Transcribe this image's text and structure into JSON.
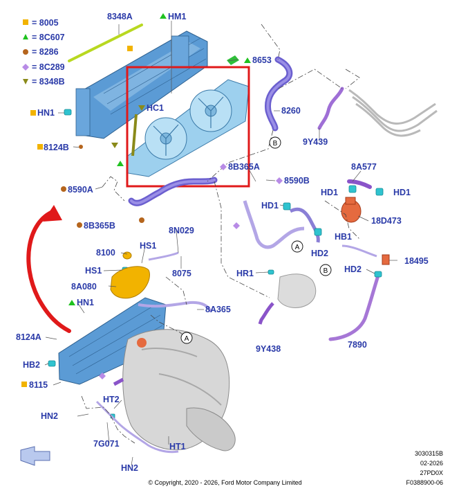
{
  "legend": [
    {
      "symbol": "square",
      "color": "#f2b300",
      "label": "= 8005"
    },
    {
      "symbol": "triangle-up",
      "color": "#1fc21f",
      "label": "= 8C607"
    },
    {
      "symbol": "circle",
      "color": "#b5651d",
      "label": "= 8286"
    },
    {
      "symbol": "diamond",
      "color": "#b88be6",
      "label": "= 8C289"
    },
    {
      "symbol": "triangle-down",
      "color": "#8a8a1a",
      "label": "= 8348B"
    }
  ],
  "callouts": {
    "c_8348A": "8348A",
    "c_HM1": "HM1",
    "c_8653": "8653",
    "c_HN1_top": "HN1",
    "c_HC1": "HC1",
    "c_8124B": "8124B",
    "c_8260": "8260",
    "c_9Y439": "9Y439",
    "c_8B365A": "8B365A",
    "c_8590B": "8590B",
    "c_8A577": "8A577",
    "c_HD1_a": "HD1",
    "c_HD1_b": "HD1",
    "c_HD1_c": "HD1",
    "c_8590A": "8590A",
    "c_8B365B": "8B365B",
    "c_18D473": "18D473",
    "c_HD2_a": "HD2",
    "c_HB1": "HB1",
    "c_8N029": "8N029",
    "c_8100": "8100",
    "c_HS1_a": "HS1",
    "c_HS1_b": "HS1",
    "c_8075": "8075",
    "c_18495": "18495",
    "c_HR1": "HR1",
    "c_HD2_b": "HD2",
    "c_8A080": "8A080",
    "c_HN1_bot": "HN1",
    "c_8A365": "8A365",
    "c_8124A": "8124A",
    "c_9Y438": "9Y438",
    "c_7890": "7890",
    "c_HB2": "HB2",
    "c_8115": "8115",
    "c_HT2": "HT2",
    "c_HN2_a": "HN2",
    "c_7G071": "7G071",
    "c_HT1": "HT1",
    "c_HN2_b": "HN2"
  },
  "circle_labels": {
    "b1": "B",
    "a1": "A",
    "b2": "B",
    "a2": "A"
  },
  "reference": {
    "line1": "3030315B",
    "line2": "02-2026",
    "line3": "27PD0X",
    "line4": "F0388900-06"
  },
  "copyright": "© Copyright, 2020 - 2026, Ford Motor Company Limited",
  "colors": {
    "label": "#2a3aa8",
    "highlight": "#e0191a",
    "radiator": "#5b9bd5",
    "fan": "#8cc4e8",
    "hose": "#8a7fd6",
    "engine": "#c9c9c9"
  }
}
